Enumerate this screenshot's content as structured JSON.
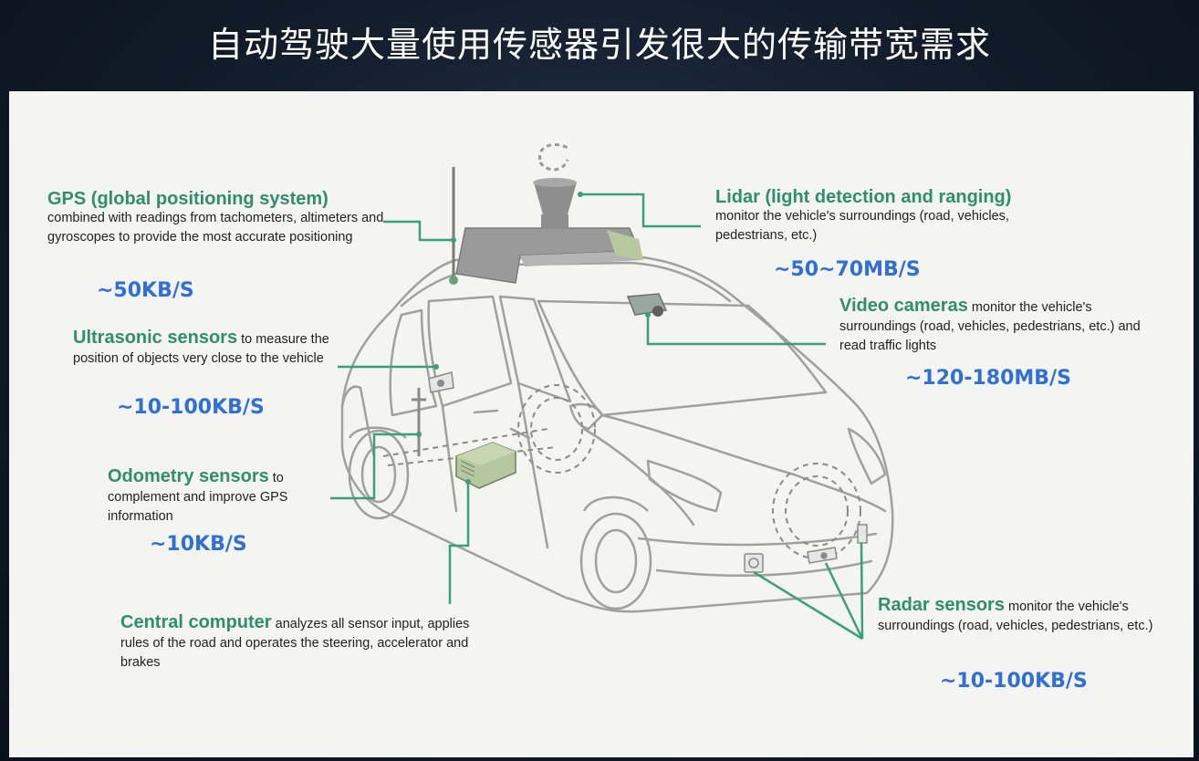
{
  "title": "自动驾驶大量使用传感器引发很大的传输带宽需求",
  "sensors": {
    "gps": {
      "name": "GPS (global positioning system)",
      "description": "combined with readings from tachometers, altimeters and gyroscopes to provide the most accurate positioning",
      "rate": "~50KB/S"
    },
    "ultrasonic": {
      "name": "Ultrasonic sensors",
      "description": "to measure the position of objects very close to the vehicle",
      "rate": "~10-100KB/S"
    },
    "odometry": {
      "name": "Odometry sensors",
      "description": "to complement and improve GPS information",
      "rate": "~10KB/S"
    },
    "central": {
      "name": "Central computer",
      "description": "analyzes all sensor input, applies rules of the road and operates the steering, accelerator and brakes"
    },
    "lidar": {
      "name": "Lidar (light detection and ranging)",
      "description": "monitor the vehicle's surroundings (road, vehicles, pedestrians, etc.)",
      "rate": "~50~70MB/S"
    },
    "video": {
      "name": "Video cameras",
      "description": "monitor the vehicle's surroundings (road, vehicles, pedestrians, etc.) and read traffic lights",
      "rate": "~120-180MB/S"
    },
    "radar": {
      "name": "Radar sensors",
      "description": "monitor the vehicle's surroundings (road, vehicles, pedestrians, etc.)",
      "rate": "~10-100KB/S"
    }
  },
  "colors": {
    "label_green": "#2e8f6a",
    "rate_blue": "#2f6fd8",
    "leader_green": "#3aa07a",
    "car_outline": "#9a9a9a"
  }
}
